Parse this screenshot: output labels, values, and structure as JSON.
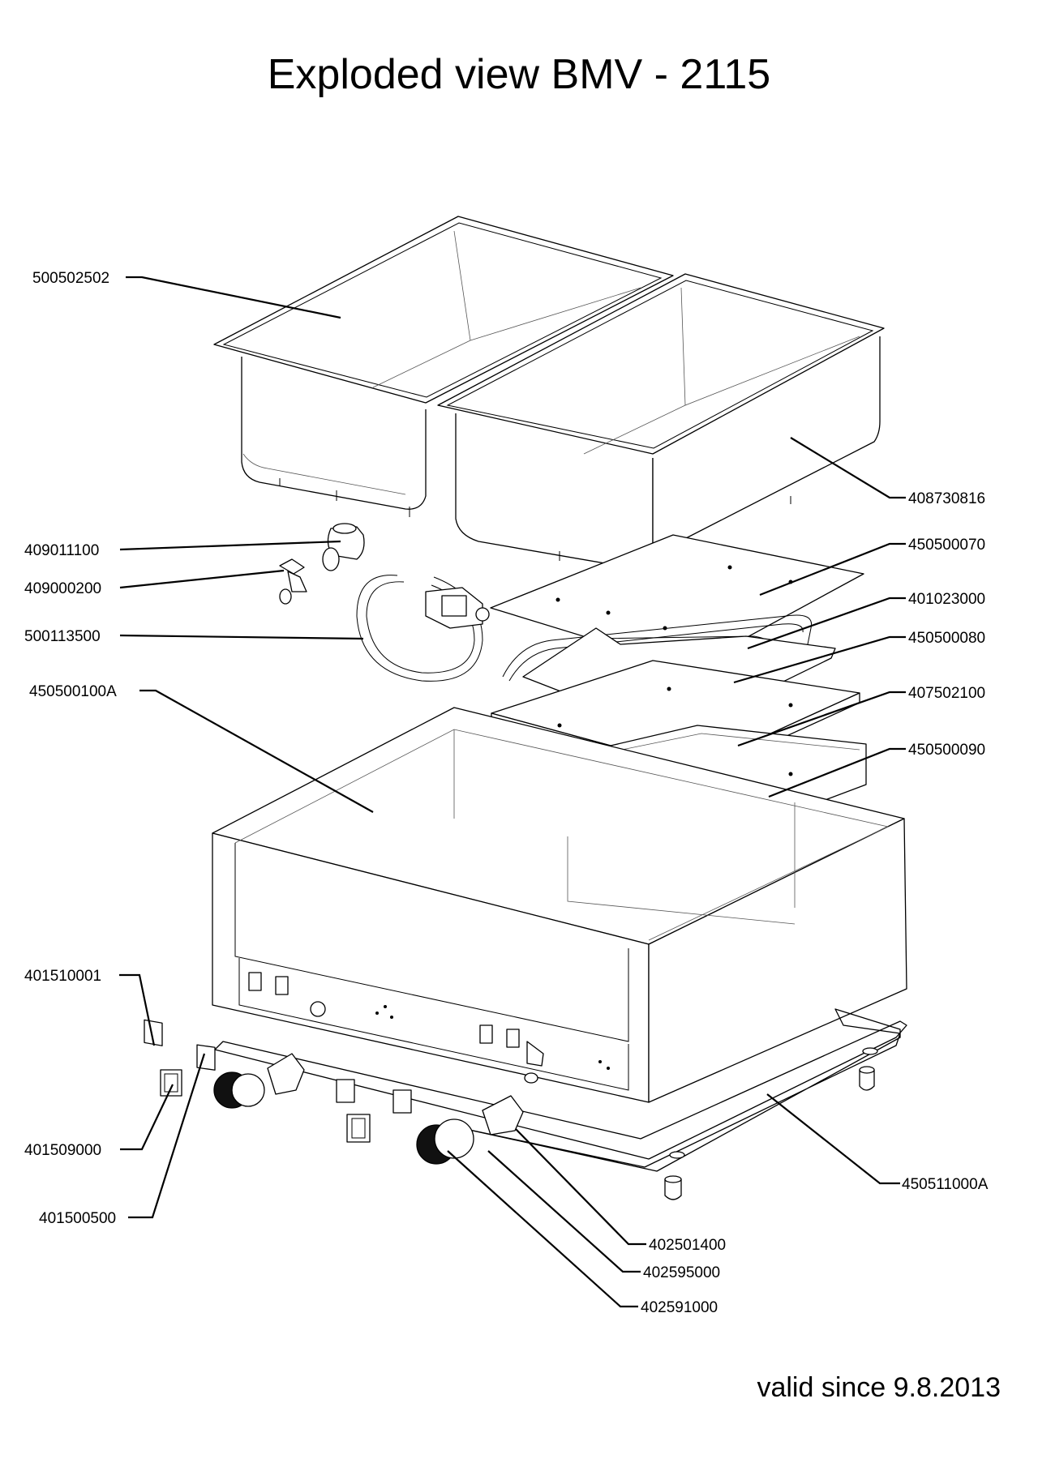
{
  "title": "Exploded view BMV - 2115",
  "footer": "valid since 9.8.2013",
  "parts": [
    {
      "id": "tank-left",
      "label": "500502502"
    },
    {
      "id": "tank-right",
      "label": "408730816"
    },
    {
      "id": "elbow-fitting",
      "label": "409011100"
    },
    {
      "id": "drain-valve",
      "label": "409000200"
    },
    {
      "id": "hose-assembly",
      "label": "500113500"
    },
    {
      "id": "cover-plate",
      "label": "450500070"
    },
    {
      "id": "heating-element",
      "label": "401023000"
    },
    {
      "id": "heater-bracket",
      "label": "450500080"
    },
    {
      "id": "insulation-board",
      "label": "407502100"
    },
    {
      "id": "support-tray",
      "label": "450500090"
    },
    {
      "id": "housing",
      "label": "450500100A"
    },
    {
      "id": "indicator-light",
      "label": "401510001"
    },
    {
      "id": "light-frame",
      "label": "401509000"
    },
    {
      "id": "rocker-switch",
      "label": "401500500"
    },
    {
      "id": "base-plate",
      "label": "450511000A"
    },
    {
      "id": "thermostat",
      "label": "402501400"
    },
    {
      "id": "knob-ring",
      "label": "402595000"
    },
    {
      "id": "control-knob",
      "label": "402591000"
    }
  ]
}
